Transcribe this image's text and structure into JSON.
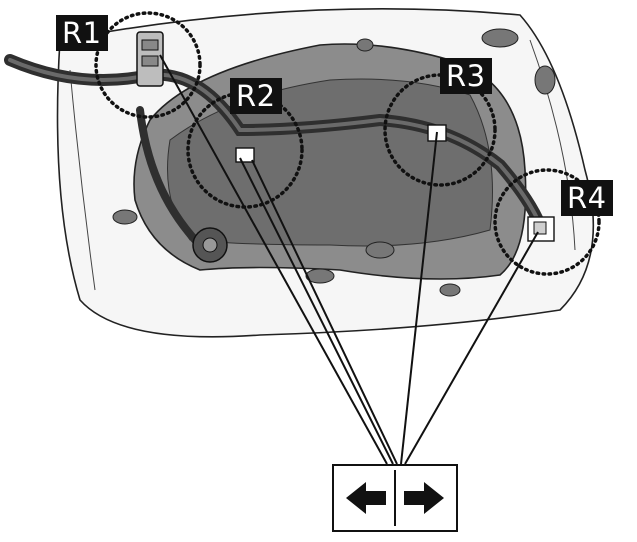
{
  "callouts": {
    "r1": "R1",
    "r2": "R2",
    "r3": "R3",
    "r4": "R4"
  },
  "direction_indicator": {
    "left_arrow_icon": "left-arrow-icon",
    "right_arrow_icon": "right-arrow-icon"
  },
  "colors": {
    "outline": "#111111",
    "body_fill": "#f4f4f4",
    "part_fill": "#8a8a8a",
    "part_dark": "#5f5f5f",
    "harness": "#3a3a3a"
  }
}
